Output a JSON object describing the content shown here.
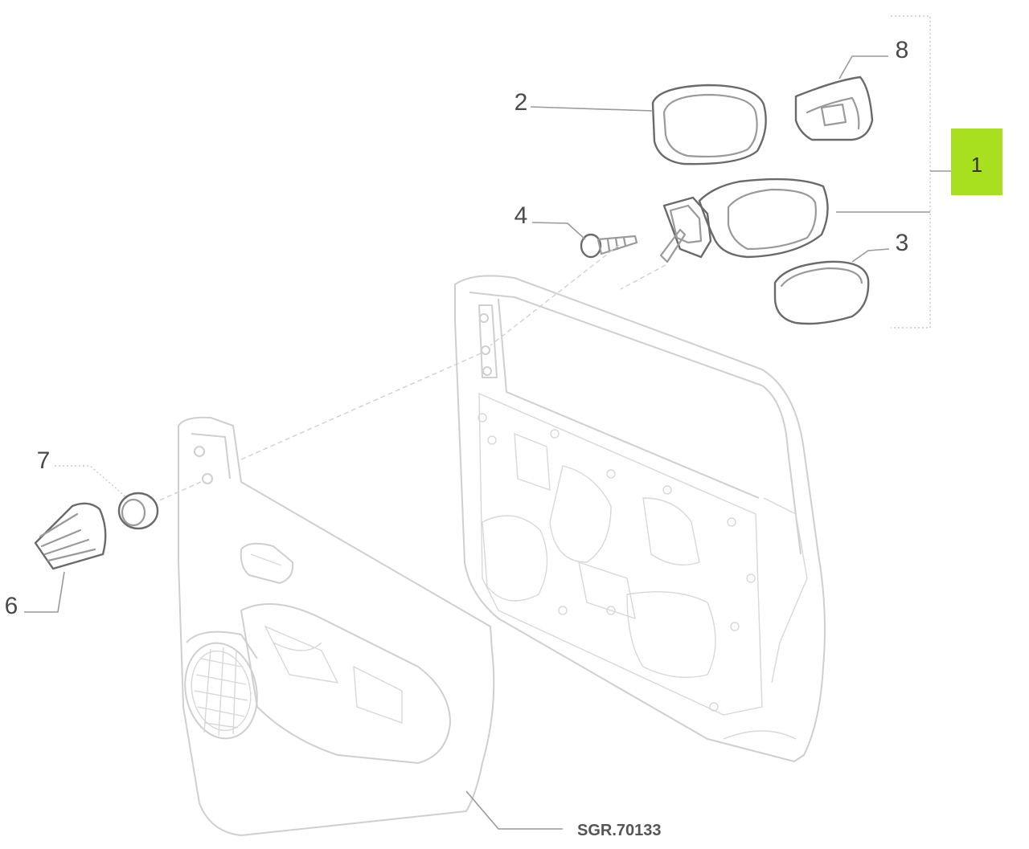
{
  "callouts": {
    "c1": "1",
    "c2": "2",
    "c3": "3",
    "c4": "4",
    "c6": "6",
    "c7": "7",
    "c8": "8"
  },
  "reference_code": "SGR.70133",
  "colors": {
    "highlight": "#a8df1e",
    "line": "#9a9a9a",
    "door_line": "#cfcfcf"
  }
}
